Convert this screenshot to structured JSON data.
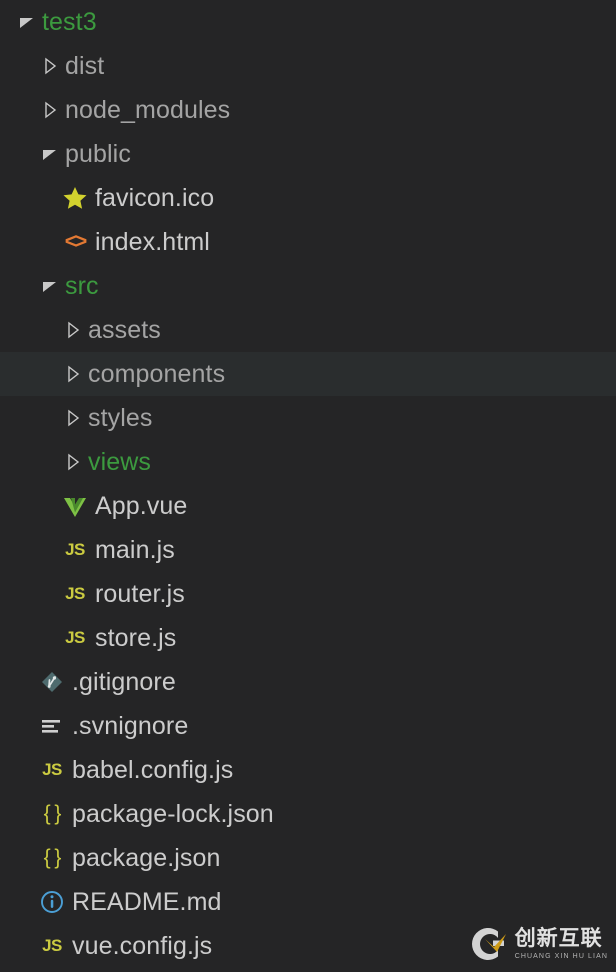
{
  "explorer": {
    "background_color": "#252526",
    "selected_row_color": "#2a2d2e",
    "folder_green_color": "#3c9a3f",
    "file_text_color": "#cccccc",
    "rows": [
      {
        "label": "test3",
        "type": "folder",
        "state": "expanded",
        "depth": 0,
        "color": "green"
      },
      {
        "label": "dist",
        "type": "folder",
        "state": "collapsed",
        "depth": 1,
        "color": "gray"
      },
      {
        "label": "node_modules",
        "type": "folder",
        "state": "collapsed",
        "depth": 1,
        "color": "gray"
      },
      {
        "label": "public",
        "type": "folder",
        "state": "expanded",
        "depth": 1,
        "color": "gray"
      },
      {
        "label": "favicon.ico",
        "type": "file",
        "icon": "star-icon",
        "depth": 2
      },
      {
        "label": "index.html",
        "type": "file",
        "icon": "html-icon",
        "depth": 2
      },
      {
        "label": "src",
        "type": "folder",
        "state": "expanded",
        "depth": 1,
        "color": "green"
      },
      {
        "label": "assets",
        "type": "folder",
        "state": "collapsed",
        "depth": 2,
        "color": "gray"
      },
      {
        "label": "components",
        "type": "folder",
        "state": "collapsed",
        "depth": 2,
        "color": "gray",
        "selected": true
      },
      {
        "label": "styles",
        "type": "folder",
        "state": "collapsed",
        "depth": 2,
        "color": "gray"
      },
      {
        "label": "views",
        "type": "folder",
        "state": "collapsed",
        "depth": 2,
        "color": "green"
      },
      {
        "label": "App.vue",
        "type": "file",
        "icon": "vue-icon",
        "depth": 2
      },
      {
        "label": "main.js",
        "type": "file",
        "icon": "js-icon",
        "depth": 2
      },
      {
        "label": "router.js",
        "type": "file",
        "icon": "js-icon",
        "depth": 2
      },
      {
        "label": "store.js",
        "type": "file",
        "icon": "js-icon",
        "depth": 2
      },
      {
        "label": ".gitignore",
        "type": "file",
        "icon": "git-icon",
        "depth": 1
      },
      {
        "label": ".svnignore",
        "type": "file",
        "icon": "text-lines-icon",
        "depth": 1
      },
      {
        "label": "babel.config.js",
        "type": "file",
        "icon": "js-icon",
        "depth": 1
      },
      {
        "label": "package-lock.json",
        "type": "file",
        "icon": "json-icon",
        "depth": 1
      },
      {
        "label": "package.json",
        "type": "file",
        "icon": "json-icon",
        "depth": 1
      },
      {
        "label": "README.md",
        "type": "file",
        "icon": "info-icon",
        "depth": 1
      },
      {
        "label": "vue.config.js",
        "type": "file",
        "icon": "js-icon",
        "depth": 1
      }
    ]
  },
  "watermark": {
    "title": "创新互联",
    "subtitle": "CHUANG XIN HU LIAN",
    "logo_gold": "#d4a017",
    "logo_silver": "#d9d9d9"
  },
  "icon_glyphs": {
    "js": "JS",
    "json": "{ }",
    "html": "<>"
  }
}
